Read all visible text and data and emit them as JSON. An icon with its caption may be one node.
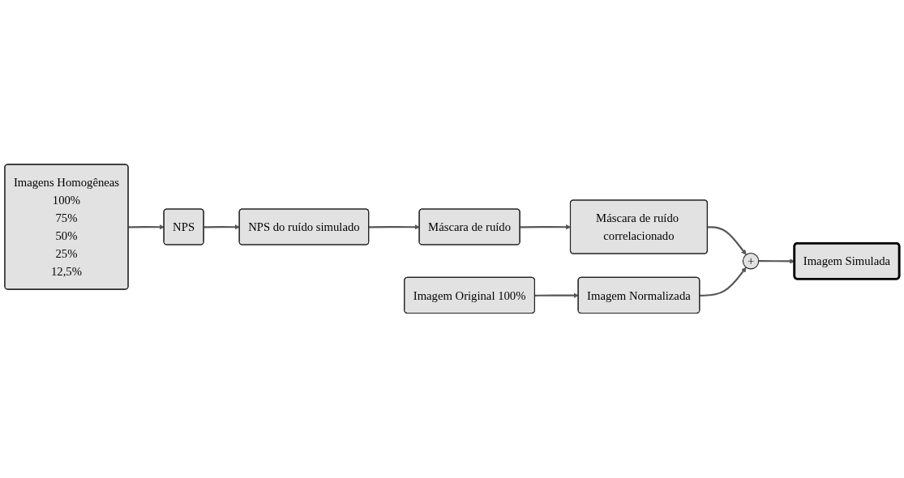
{
  "diagram": {
    "nodes": [
      {
        "text": [
          "NPS"
        ]
      },
      {
        "text": [
          "NPS do ruído simulado"
        ]
      },
      {
        "text": [
          "Máscara de ruído"
        ]
      },
      {
        "text": [
          "Imagens Homogêneas",
          "100%",
          "75%",
          "50%",
          "25%",
          "12,5%"
        ]
      },
      {
        "text": [
          "Imagem Original 100%"
        ]
      },
      {
        "text": [
          "Máscara de ruído correlacionado"
        ]
      },
      {
        "text": [
          "Imagem Normalizada"
        ]
      },
      {
        "text": [
          "+"
        ]
      },
      {
        "text": [
          "Imagem Simulada"
        ]
      }
    ],
    "edges": [
      {
        "from": 3,
        "to": 0,
        "arrow": "to"
      },
      {
        "from": 0,
        "to": 1,
        "arrow": "to"
      },
      {
        "from": 1,
        "to": 2,
        "arrow": "to"
      },
      {
        "from": 2,
        "to": 5,
        "arrow": "to"
      },
      {
        "from": 4,
        "to": 6,
        "arrow": "to"
      },
      {
        "from": 5,
        "to": 7,
        "arrow": "to"
      },
      {
        "from": 6,
        "to": 7,
        "arrow": "to"
      },
      {
        "from": 7,
        "to": 8,
        "arrow": "to"
      }
    ]
  }
}
